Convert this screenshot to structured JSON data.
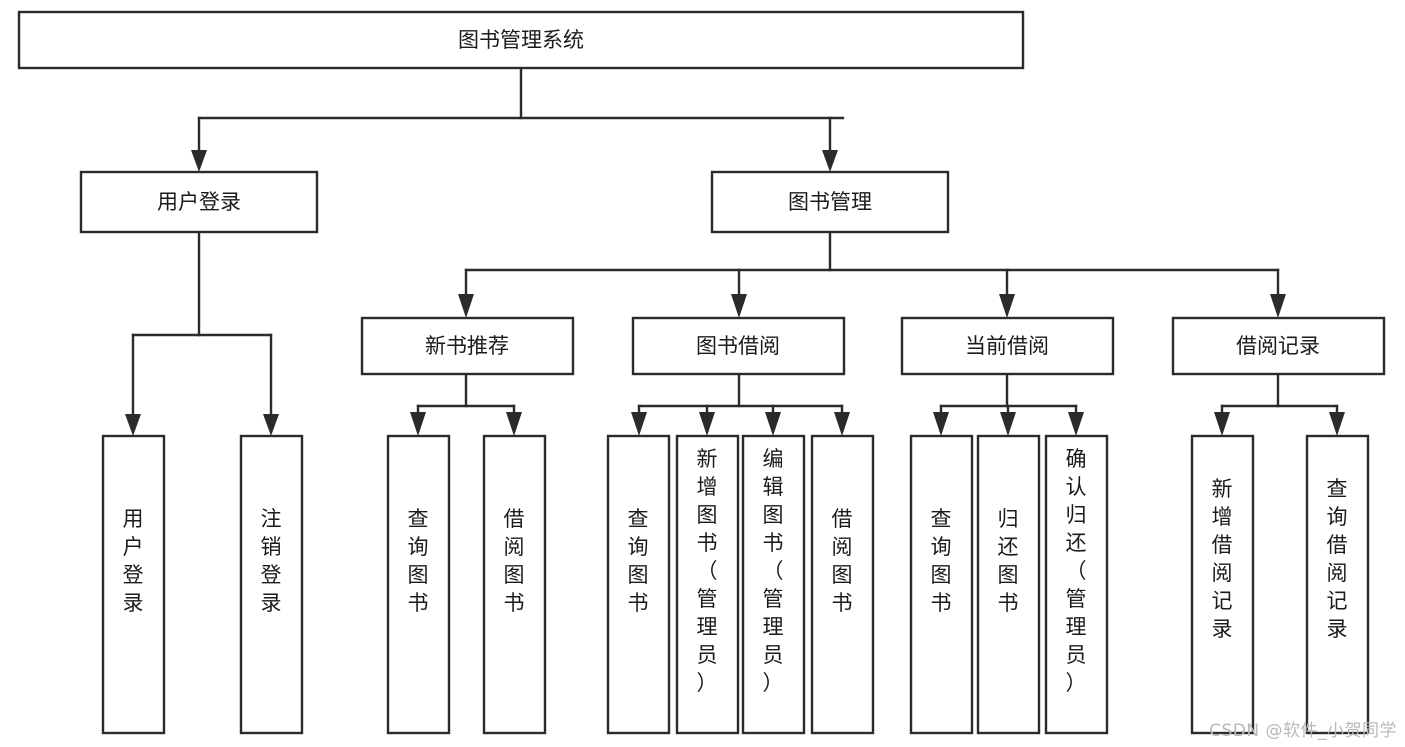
{
  "diagram": {
    "type": "tree",
    "title": "图书管理系统",
    "root": {
      "id": "root",
      "label": "图书管理系统",
      "orientation": "horizontal"
    },
    "level2": [
      {
        "id": "user-login",
        "label": "用户登录",
        "orientation": "horizontal"
      },
      {
        "id": "book-manage",
        "label": "图书管理",
        "orientation": "horizontal"
      }
    ],
    "level3": [
      {
        "id": "new-book-recommend",
        "label": "新书推荐",
        "orientation": "horizontal",
        "parent": "book-manage"
      },
      {
        "id": "book-borrow",
        "label": "图书借阅",
        "orientation": "horizontal",
        "parent": "book-manage"
      },
      {
        "id": "current-borrow",
        "label": "当前借阅",
        "orientation": "horizontal",
        "parent": "book-manage"
      },
      {
        "id": "borrow-record",
        "label": "借阅记录",
        "orientation": "horizontal",
        "parent": "book-manage"
      }
    ],
    "leaves": [
      {
        "id": "leaf-user-login",
        "label": "用户登录",
        "orientation": "vertical",
        "parent": "user-login"
      },
      {
        "id": "leaf-logout",
        "label": "注销登录",
        "orientation": "vertical",
        "parent": "user-login"
      },
      {
        "id": "leaf-query-book-1",
        "label": "查询图书",
        "orientation": "vertical",
        "parent": "new-book-recommend"
      },
      {
        "id": "leaf-borrow-book-1",
        "label": "借阅图书",
        "orientation": "vertical",
        "parent": "new-book-recommend"
      },
      {
        "id": "leaf-query-book-2",
        "label": "查询图书",
        "orientation": "vertical",
        "parent": "book-borrow"
      },
      {
        "id": "leaf-add-book",
        "label": "新增图书（管理员）",
        "orientation": "vertical",
        "parent": "book-borrow"
      },
      {
        "id": "leaf-edit-book",
        "label": "编辑图书（管理员）",
        "orientation": "vertical",
        "parent": "book-borrow"
      },
      {
        "id": "leaf-borrow-book-2",
        "label": "借阅图书",
        "orientation": "vertical",
        "parent": "book-borrow"
      },
      {
        "id": "leaf-query-book-3",
        "label": "查询图书",
        "orientation": "vertical",
        "parent": "current-borrow"
      },
      {
        "id": "leaf-return-book",
        "label": "归还图书",
        "orientation": "vertical",
        "parent": "current-borrow"
      },
      {
        "id": "leaf-confirm-return",
        "label": "确认归还（管理员）",
        "orientation": "vertical",
        "parent": "current-borrow"
      },
      {
        "id": "leaf-add-record",
        "label": "新增借阅记录",
        "orientation": "vertical",
        "parent": "borrow-record"
      },
      {
        "id": "leaf-query-record",
        "label": "查询借阅记录",
        "orientation": "vertical",
        "parent": "borrow-record"
      }
    ]
  },
  "watermark": {
    "text": "CSDN @软件_小贺同学"
  },
  "colors": {
    "stroke": "#2b2b2b",
    "box_fill": "#ffffff",
    "text": "#1b1b1b",
    "watermark": "#b9b9b9",
    "background": "#ffffff"
  }
}
